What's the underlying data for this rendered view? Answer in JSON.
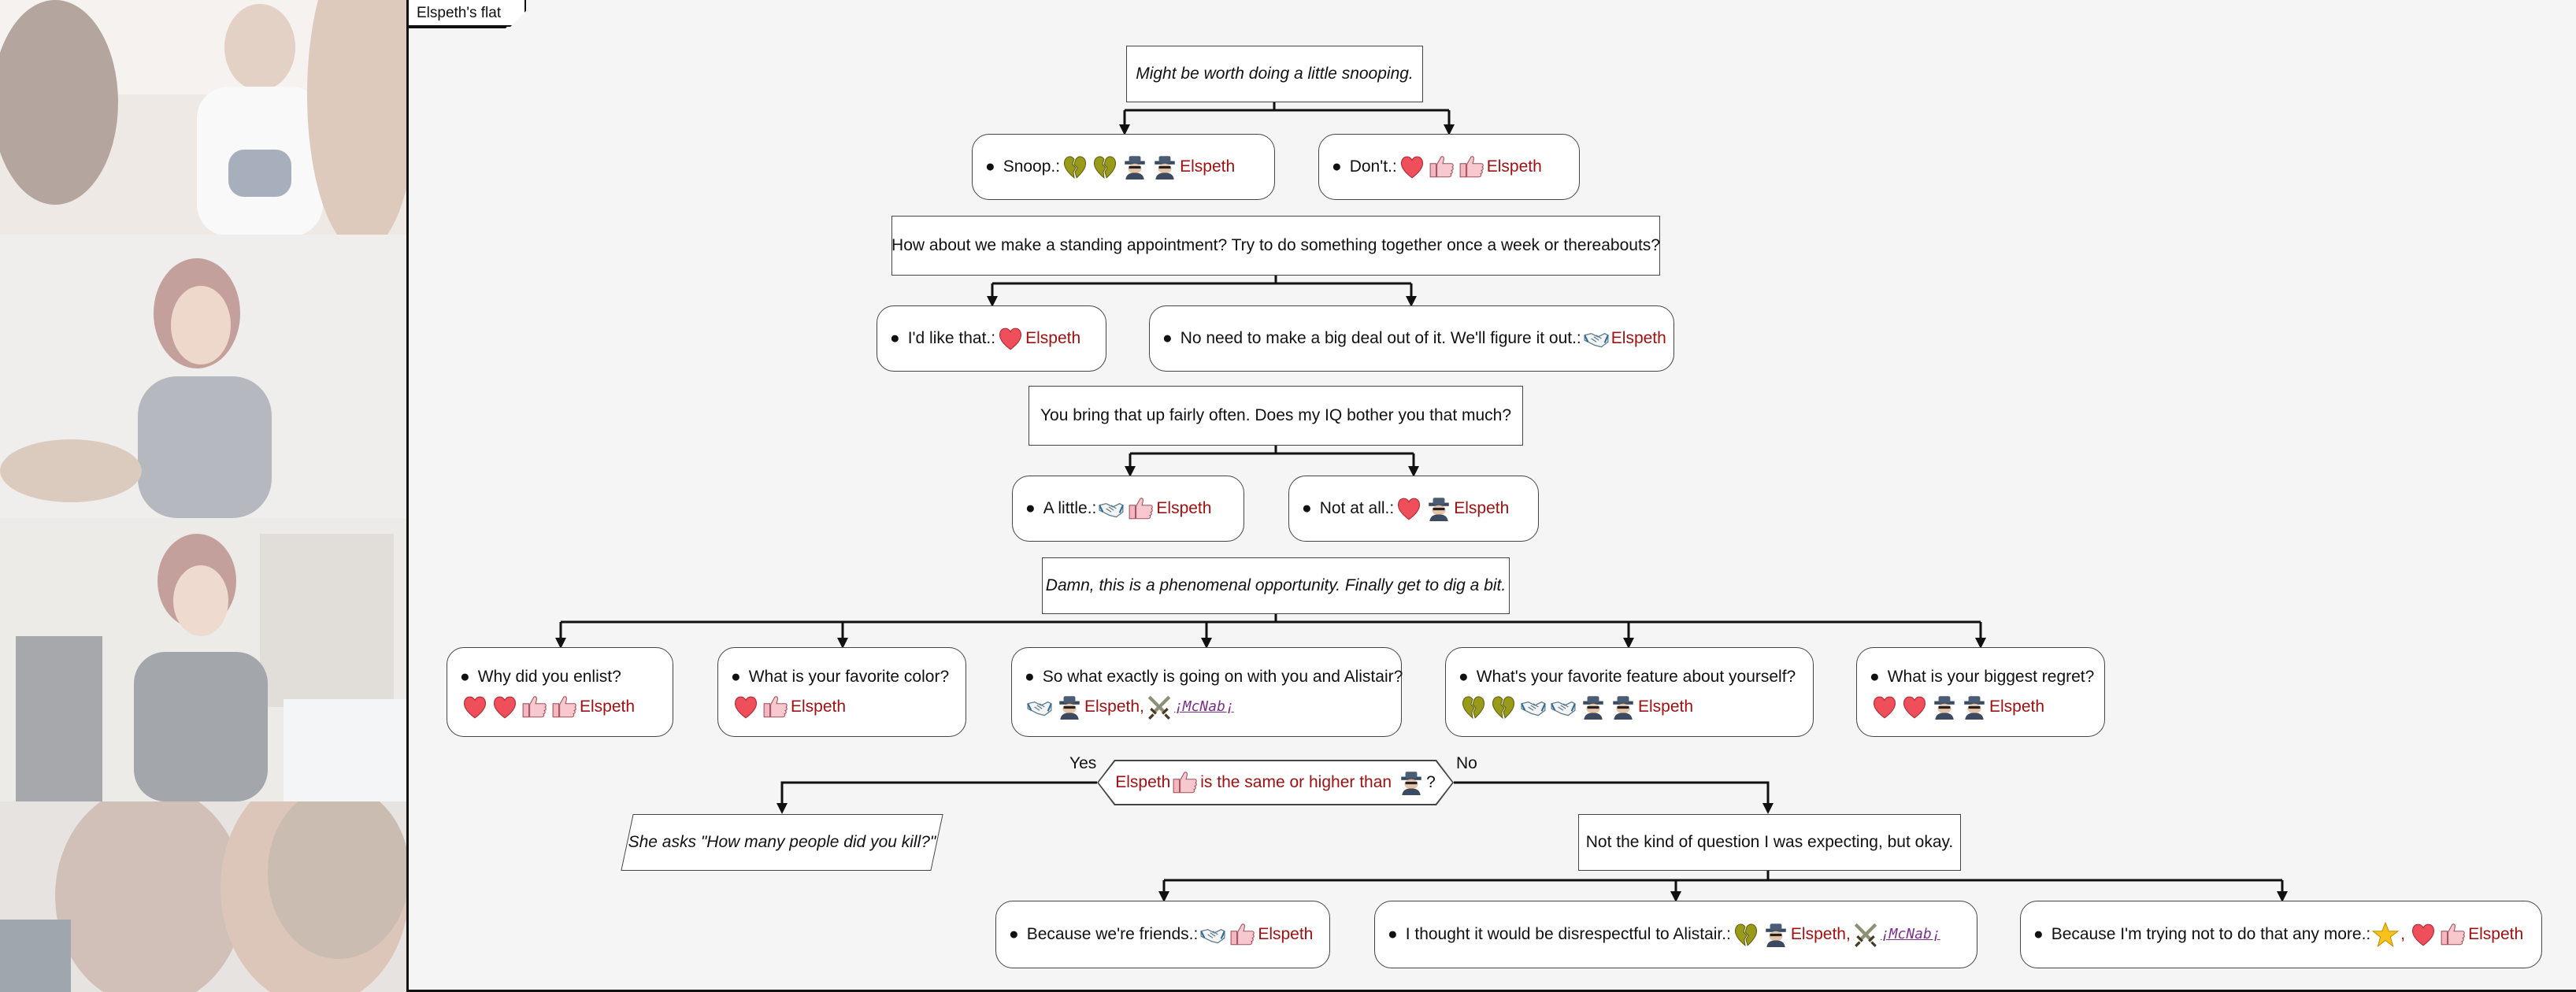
{
  "location": "Elspeth's flat",
  "colors": {
    "character": "#a01010",
    "mcnab": "#7a2f8a",
    "border": "#444444"
  },
  "icons": {
    "heart": "red-heart-icon",
    "broken_heart": "olive-broken-heart-icon",
    "spy": "spy-detective-icon",
    "thumbs_up": "thumbs-up-icon",
    "handshake": "handshake-icon",
    "swords": "crossed-swords-icon",
    "star": "star-icon"
  },
  "nodes": {
    "t1": "Might be worth doing a little snooping.",
    "c_snoop": {
      "label": "Snoop.:",
      "char": "Elspeth"
    },
    "c_dont": {
      "label": "Don't.:",
      "char": "Elspeth"
    },
    "q1": "How about we make a standing appointment? Try to do something together once a week or thereabouts?",
    "c_like": {
      "label": "I'd like that.:",
      "char": "Elspeth"
    },
    "c_noneed": {
      "label": "No need to make a big deal out of it. We'll figure it out.:",
      "char": "Elspeth"
    },
    "q2": "You bring that up fairly often. Does my IQ bother you that much?",
    "c_little": {
      "label": "A little.:",
      "char": "Elspeth"
    },
    "c_notatall": {
      "label": "Not at all.:",
      "char": "Elspeth"
    },
    "t2": "Damn, this is a phenomenal opportunity. Finally get to dig a bit.",
    "c_enlist": {
      "label": "Why did you enlist?",
      "char": "Elspeth"
    },
    "c_color": {
      "label": "What is your favorite color?",
      "char": "Elspeth"
    },
    "c_alistair": {
      "label": "So what exactly is going on with you and Alistair?",
      "char": "Elspeth,",
      "mcnab": "¡McNab¡"
    },
    "c_feature": {
      "label": "What's your favorite feature about yourself?",
      "char": "Elspeth"
    },
    "c_regret": {
      "label": "What is your biggest regret?",
      "char": "Elspeth"
    },
    "condition": {
      "char": "Elspeth",
      "text": "is the same or higher than",
      "end": "?",
      "yes": "Yes",
      "no": "No"
    },
    "t3": "She asks \"How many people did you kill?\"",
    "q3": "Not the kind of question I was expecting, but okay.",
    "c_friends": {
      "label": "Because we're friends.:",
      "char": "Elspeth"
    },
    "c_disrespect": {
      "label": "I thought it would be disrespectful to Alistair.:",
      "char": "Elspeth,",
      "mcnab": "¡McNab¡"
    },
    "c_trying": {
      "label": "Because I'm trying not to do that any more.:",
      "sep": ",",
      "char": "Elspeth"
    }
  }
}
